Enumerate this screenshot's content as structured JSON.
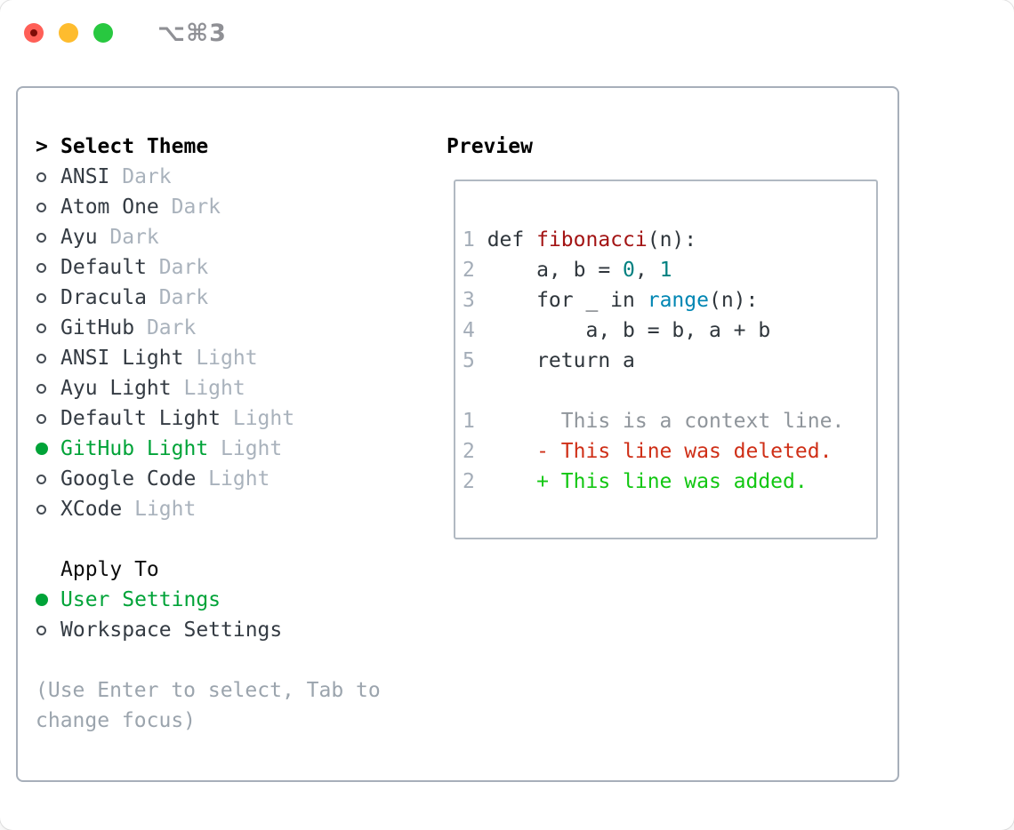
{
  "window": {
    "shortcut_label": "⌥⌘3"
  },
  "colors": {
    "accent_green": "#00a338",
    "diff_added_green": "#12c712",
    "diff_deleted_red": "#cf2f17",
    "function_red": "#a31414",
    "number_teal": "#008080",
    "builtin_blue": "#0086b3",
    "muted_gray": "#a9b2bc",
    "panel_border": "#a7afba"
  },
  "theme_selector": {
    "prompt": ">",
    "title": "Select Theme",
    "items": [
      {
        "name": "ANSI",
        "variant": "Dark",
        "selected": false
      },
      {
        "name": "Atom One",
        "variant": "Dark",
        "selected": false
      },
      {
        "name": "Ayu",
        "variant": "Dark",
        "selected": false
      },
      {
        "name": "Default",
        "variant": "Dark",
        "selected": false
      },
      {
        "name": "Dracula",
        "variant": "Dark",
        "selected": false
      },
      {
        "name": "GitHub",
        "variant": "Dark",
        "selected": false
      },
      {
        "name": "ANSI Light",
        "variant": "Light",
        "selected": false
      },
      {
        "name": "Ayu Light",
        "variant": "Light",
        "selected": false
      },
      {
        "name": "Default Light",
        "variant": "Light",
        "selected": false
      },
      {
        "name": "GitHub Light",
        "variant": "Light",
        "selected": true
      },
      {
        "name": "Google Code",
        "variant": "Light",
        "selected": false
      },
      {
        "name": "XCode",
        "variant": "Light",
        "selected": false
      }
    ]
  },
  "apply_to": {
    "title": "Apply To",
    "options": [
      {
        "label": "User Settings",
        "selected": true
      },
      {
        "label": "Workspace Settings",
        "selected": false
      }
    ]
  },
  "hint": {
    "line1": "(Use Enter to select, Tab to",
    "line2": "change focus)"
  },
  "preview": {
    "title": "Preview",
    "code_lines": [
      {
        "num": "1",
        "segments": [
          {
            "t": " def "
          },
          {
            "t": "fibonacci"
          },
          {
            "t": "(n):"
          }
        ]
      },
      {
        "num": "2",
        "segments": [
          {
            "t": "     a, b = "
          },
          {
            "t": "0"
          },
          {
            "t": ", "
          },
          {
            "t": "1"
          }
        ]
      },
      {
        "num": "3",
        "segments": [
          {
            "t": "     for _ in "
          },
          {
            "t": "range"
          },
          {
            "t": "(n):"
          }
        ]
      },
      {
        "num": "4",
        "segments": [
          {
            "t": "         a, b = b, a + b"
          }
        ]
      },
      {
        "num": "5",
        "segments": [
          {
            "t": "     return a"
          }
        ]
      }
    ],
    "diff_lines": [
      {
        "num": "1",
        "text": "       This is a context line."
      },
      {
        "num": "2",
        "text": "     - This line was deleted."
      },
      {
        "num": "2",
        "text": "     + This line was added."
      }
    ]
  }
}
